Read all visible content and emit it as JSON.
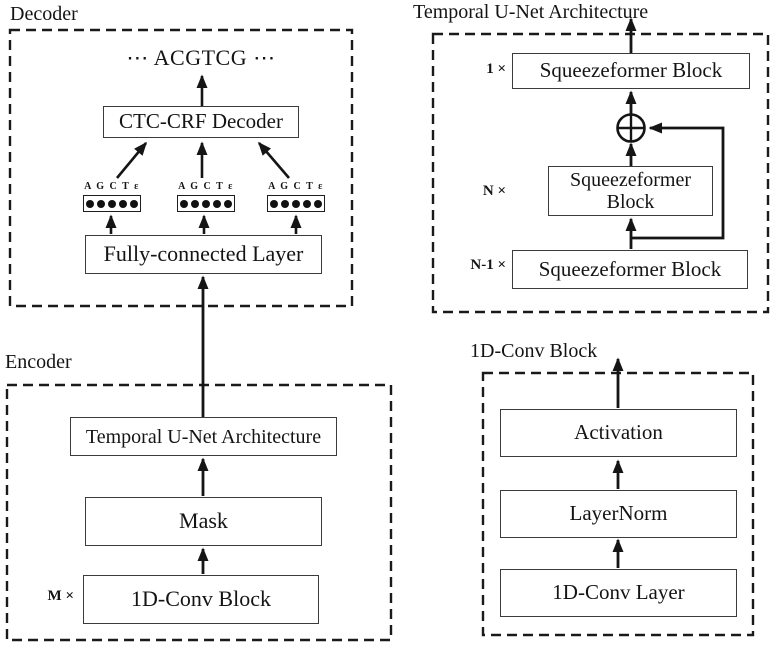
{
  "figure": {
    "background": "#ffffff",
    "line_color": "#151515",
    "box_border_color": "#3b3b3b",
    "text_color": "#141414"
  },
  "decoder": {
    "title": "Decoder",
    "output_sequence": "⋯ ACGTCG ⋯",
    "ctc_crf_label": "CTC-CRF Decoder",
    "fc_label": "Fully-connected Layer",
    "prob_header": "A G C T ε",
    "prob_dot_count": 5
  },
  "temporal_unet": {
    "title": "Temporal U-Net Architecture",
    "blocks": [
      {
        "count": "1 ×",
        "label": "Squeezeformer Block"
      },
      {
        "count": "N ×",
        "label": "Squeezeformer Block"
      },
      {
        "count": "N-1 ×",
        "label": "Squeezeformer Block"
      }
    ]
  },
  "encoder": {
    "title": "Encoder",
    "unet_label": "Temporal U-Net Architecture",
    "mask_label": "Mask",
    "conv_count": "M ×",
    "conv_label": "1D-Conv Block"
  },
  "conv_block": {
    "title": "1D-Conv Block",
    "activation_label": "Activation",
    "layernorm_label": "LayerNorm",
    "conv_layer_label": "1D-Conv Layer"
  }
}
